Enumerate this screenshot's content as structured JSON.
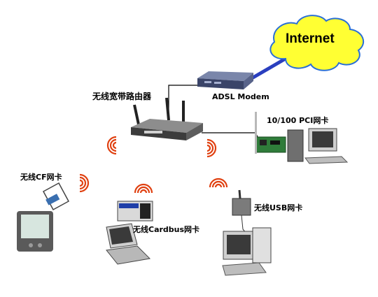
{
  "cloud": {
    "label": "Internet",
    "fill": "#ffff33",
    "stroke": "#2a6fd6"
  },
  "labels": {
    "modem": "ADSL Modem",
    "router": "无线宽带路由器",
    "pci": "10/100 PCI网卡",
    "cf": "无线CF网卡",
    "cardbus": "无线Cardbus网卡",
    "usb": "无线USB网卡"
  },
  "colors": {
    "wave": "#e04010",
    "cable_blue": "#2a3fbf",
    "cable_black": "#000000"
  },
  "icons": [
    "cloud-icon",
    "modem-icon",
    "router-icon",
    "pci-card-icon",
    "desktop-pc-icon",
    "cf-card-icon",
    "pda-icon",
    "cardbus-card-icon",
    "laptop-icon",
    "usb-adapter-icon",
    "desktop-pc-2-icon"
  ]
}
